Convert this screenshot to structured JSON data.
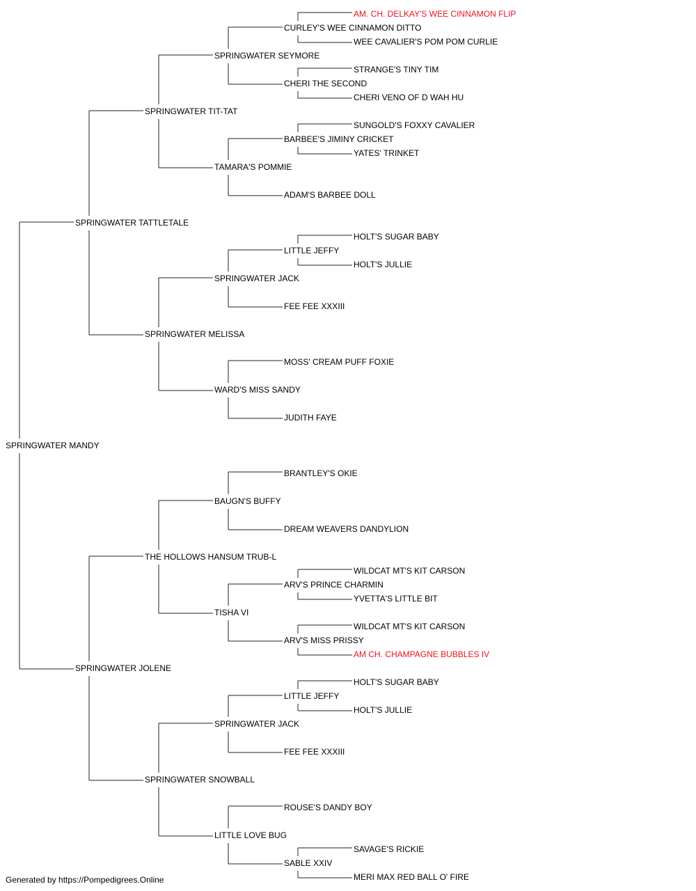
{
  "colors": {
    "normal": "#000000",
    "champion": "#e8141d",
    "line": "#222222"
  },
  "pedigree": {
    "name": "SPRINGWATER MANDY",
    "sire": {
      "name": "SPRINGWATER TATTLETALE",
      "sire": {
        "name": "SPRINGWATER TIT-TAT",
        "sire": {
          "name": "SPRINGWATER SEYMORE",
          "sire": {
            "name": "CURLEY'S WEE CINNAMON DITTO",
            "sire": {
              "name": "AM. CH. DELKAY'S WEE CINNAMON FLIP",
              "champion": true
            },
            "dam": {
              "name": "WEE CAVALIER'S POM POM CURLIE"
            }
          },
          "dam": {
            "name": "CHERI THE SECOND",
            "sire": {
              "name": "STRANGE'S TINY TIM"
            },
            "dam": {
              "name": "CHERI VENO OF D WAH HU"
            }
          }
        },
        "dam": {
          "name": "TAMARA'S POMMIE",
          "sire": {
            "name": "BARBEE'S JIMINY CRICKET",
            "sire": {
              "name": "SUNGOLD'S FOXXY CAVALIER"
            },
            "dam": {
              "name": "YATES' TRINKET"
            }
          },
          "dam": {
            "name": "ADAM'S BARBEE DOLL"
          }
        }
      },
      "dam": {
        "name": "SPRINGWATER MELISSA",
        "sire": {
          "name": "SPRINGWATER JACK",
          "sire": {
            "name": "LITTLE JEFFY",
            "sire": {
              "name": "HOLT'S SUGAR BABY"
            },
            "dam": {
              "name": "HOLT'S JULLIE"
            }
          },
          "dam": {
            "name": "FEE FEE XXXIII"
          }
        },
        "dam": {
          "name": "WARD'S MISS SANDY",
          "sire": {
            "name": "MOSS' CREAM PUFF FOXIE"
          },
          "dam": {
            "name": "JUDITH FAYE"
          }
        }
      }
    },
    "dam": {
      "name": "SPRINGWATER JOLENE",
      "sire": {
        "name": "THE HOLLOWS HANSUM TRUB-L",
        "sire": {
          "name": "BAUGN'S BUFFY",
          "sire": {
            "name": "BRANTLEY'S OKIE"
          },
          "dam": {
            "name": "DREAM WEAVERS DANDYLION"
          }
        },
        "dam": {
          "name": "TISHA VI",
          "sire": {
            "name": "ARV'S PRINCE CHARMIN",
            "sire": {
              "name": "WILDCAT MT'S KIT CARSON"
            },
            "dam": {
              "name": "YVETTA'S LITTLE BIT"
            }
          },
          "dam": {
            "name": "ARV'S MISS PRISSY",
            "sire": {
              "name": "WILDCAT MT'S KIT CARSON"
            },
            "dam": {
              "name": "AM CH. CHAMPAGNE BUBBLES IV",
              "champion": true
            }
          }
        }
      },
      "dam": {
        "name": "SPRINGWATER SNOWBALL",
        "sire": {
          "name": "SPRINGWATER JACK",
          "sire": {
            "name": "LITTLE JEFFY",
            "sire": {
              "name": "HOLT'S SUGAR BABY"
            },
            "dam": {
              "name": "HOLT'S JULLIE"
            }
          },
          "dam": {
            "name": "FEE FEE XXXIII"
          }
        },
        "dam": {
          "name": "LITTLE LOVE BUG",
          "sire": {
            "name": "ROUSE'S DANDY BOY"
          },
          "dam": {
            "name": "SABLE XXIV",
            "sire": {
              "name": "SAVAGE'S RICKIE"
            },
            "dam": {
              "name": "MERI MAX RED BALL O' FIRE"
            }
          }
        }
      }
    }
  },
  "footer": "Generated by https://Pompedigrees.Online"
}
